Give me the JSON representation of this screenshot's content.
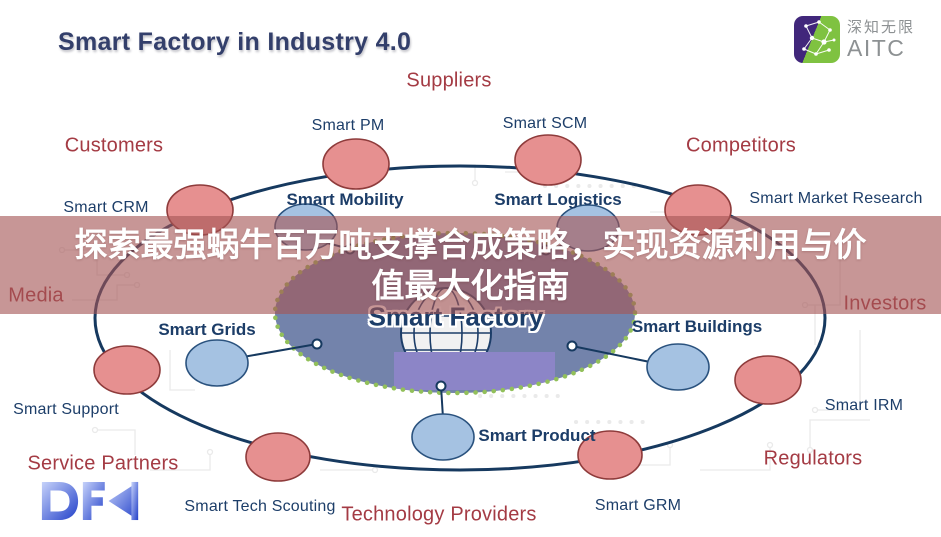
{
  "title": "Smart Factory in Industry 4.0",
  "overlay": {
    "line1": "探索最强蜗牛百万吨支撑合成策略，实现资源利用与价",
    "line2": "值最大化指南"
  },
  "logos": {
    "aitc": {
      "cn": "深知无限",
      "en": "AITC"
    },
    "dfki": "DFKI"
  },
  "diagram": {
    "center_label": "Smart Factory",
    "stakeholders": {
      "suppliers": "Suppliers",
      "customers": "Customers",
      "competitors": "Competitors",
      "media": "Media",
      "investors": "Investors",
      "service_partners": "Service Partners",
      "regulators": "Regulators",
      "technology_providers": "Technology Providers"
    },
    "components": {
      "smart_pm": "Smart PM",
      "smart_scm": "Smart SCM",
      "smart_crm": "Smart CRM",
      "smart_mobility": "Smart Mobility",
      "smart_logistics": "Smart Logistics",
      "smart_market_research": "Smart Market Research",
      "smart_grids": "Smart Grids",
      "smart_buildings": "Smart Buildings",
      "smart_support": "Smart Support",
      "smart_irm": "Smart IRM",
      "smart_tech_scouting": "Smart Tech Scouting",
      "smart_product": "Smart Product",
      "smart_grm": "Smart GRM"
    }
  },
  "colors": {
    "title_navy": "#333F6B",
    "label_navy": "#1D3E69",
    "label_red": "#A43B44",
    "node_pink_fill": "#E69090",
    "node_pink_stroke": "#8E3B3B",
    "node_blue_fill": "#A5C2E2",
    "node_blue_stroke": "#2A527E",
    "ring_stroke": "#16395F",
    "center_fill": "#7383AB",
    "center_dot_border": "#92C05A",
    "center_purple_box": "#8C85C7",
    "overlay_band": "rgba(165,86,85,0.62)",
    "aitc_purple": "#41277B",
    "aitc_green": "#7FC241",
    "dfki_blue": "#2B49D8"
  }
}
